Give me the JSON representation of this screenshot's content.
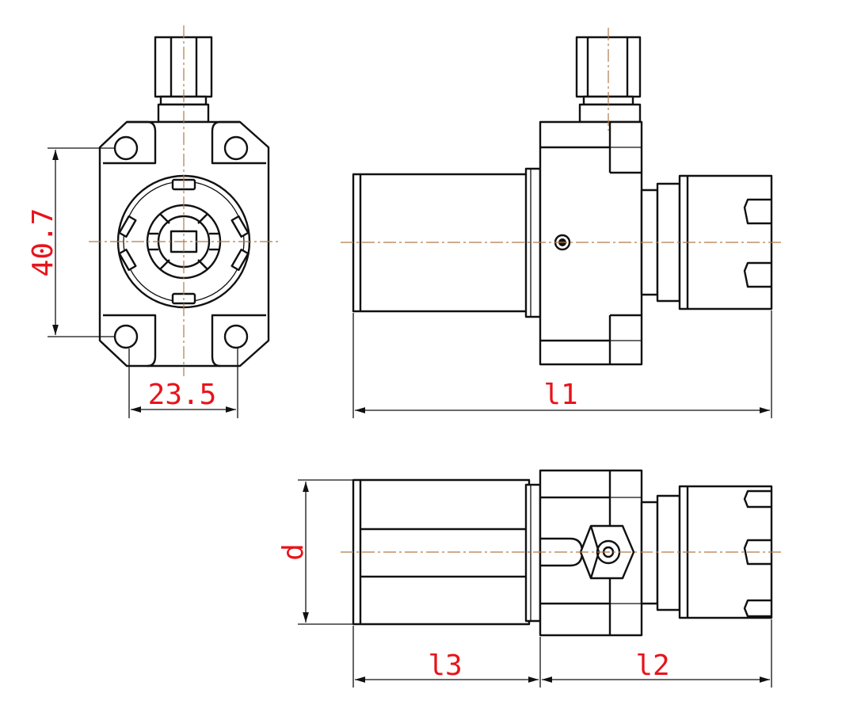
{
  "dimensions": {
    "height_label": "40.7",
    "width_label": "23.5",
    "l1_label": "l1",
    "d_label": "d",
    "l3_label": "l3",
    "l2_label": "l2"
  },
  "colors": {
    "dimension_text": "#e8131b",
    "outline": "#111111",
    "centerline": "#b07a4a"
  }
}
